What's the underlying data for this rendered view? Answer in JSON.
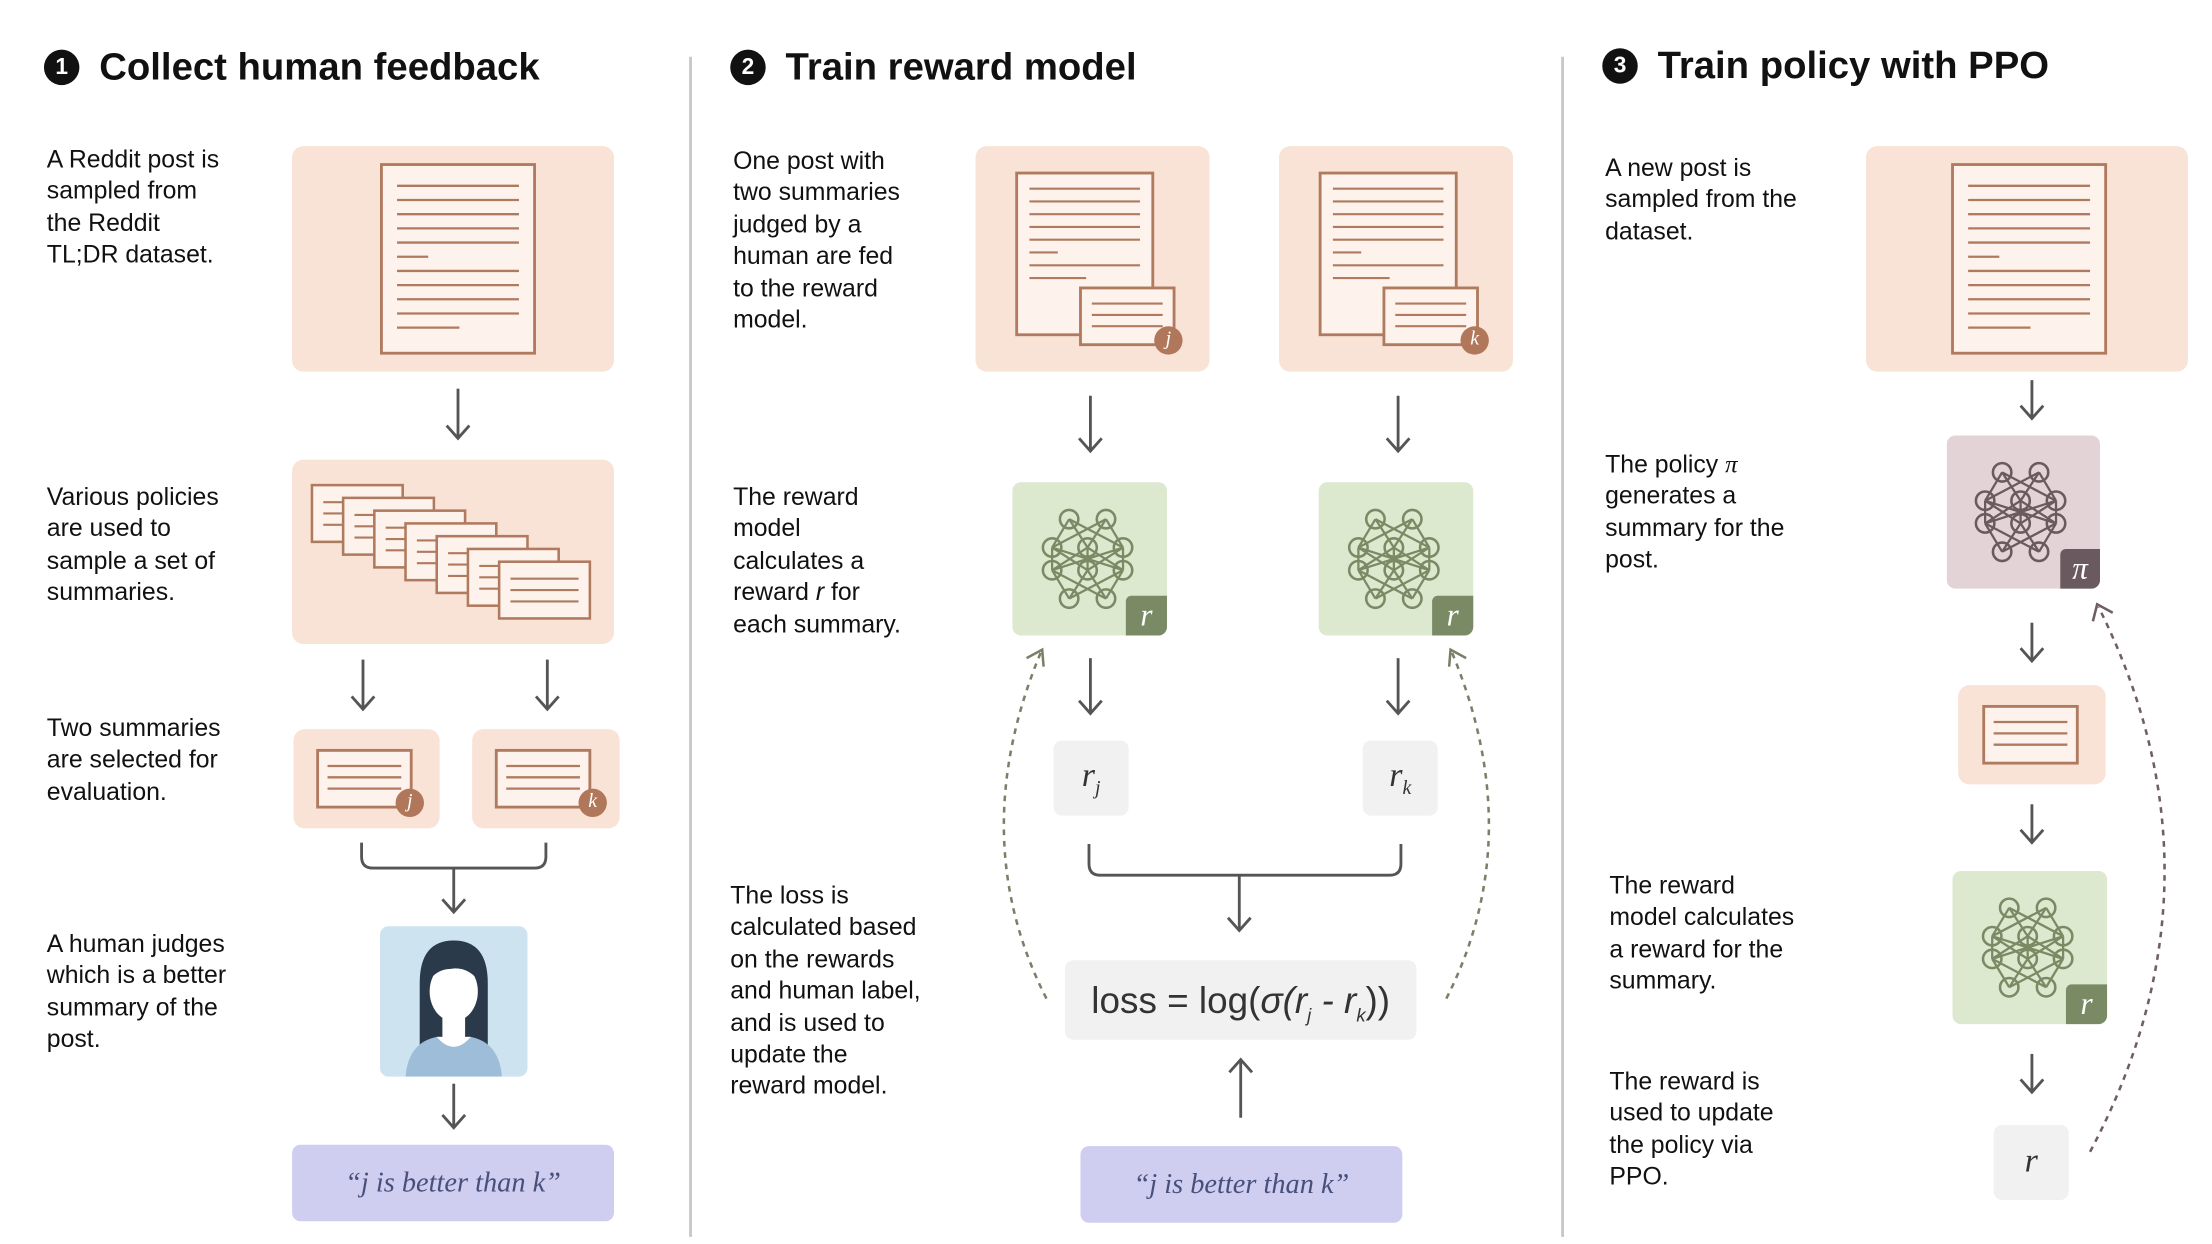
{
  "section1": {
    "number": "1",
    "title": "Collect human feedback",
    "desc1": "A Reddit post is\nsampled from\nthe Reddit\nTL;DR dataset.",
    "desc2": "Various policies\nare used to\nsample a set of\nsummaries.",
    "desc3": "Two summaries\nare selected for\nevaluation.",
    "desc4": "A human judges\nwhich is a better\nsummary of the\npost.",
    "badge_j": "j",
    "badge_k": "k",
    "label": "“j is better than k”"
  },
  "section2": {
    "number": "2",
    "title": "Train reward model",
    "desc1": "One post with\ntwo summaries\njudged by a\nhuman are fed\nto the reward\nmodel.",
    "desc2_a": "The reward\nmodel\ncalculates a\nreward ",
    "desc2_r": "r",
    "desc2_b": " for\neach summary.",
    "desc3": "The loss is\ncalculated based\non the rewards\nand human label,\nand is used to\nupdate the\nreward model.",
    "badge_j": "j",
    "badge_k": "k",
    "badge_r": "r",
    "rj_base": "r",
    "rj_sub": "j",
    "rk_base": "r",
    "rk_sub": "k",
    "loss_prefix": "loss = log(",
    "loss_sigma": "σ(r",
    "loss_sub_j": "j",
    "loss_minus": " - r",
    "loss_sub_k": "k",
    "loss_suffix": "))",
    "label": "“j is better than k”"
  },
  "section3": {
    "number": "3",
    "title": "Train policy with PPO",
    "desc1": "A new post is\nsampled from the\ndataset.",
    "desc2_a": "The policy ",
    "desc2_pi": "π",
    "desc2_b": "\ngenerates a\nsummary for the\npost.",
    "desc3": "The reward\nmodel calculates\na reward for the\nsummary.",
    "desc4": "The reward is\nused to update\nthe policy via\nPPO.",
    "badge_pi": "π",
    "badge_r": "r",
    "reward": "r"
  },
  "colors": {
    "peach": "#f9e2d6",
    "doc_stroke": "#b07a5e",
    "green": "#dde9cf",
    "green_badge": "#7a8a65",
    "mauve": "#e3d3d6",
    "mauve_badge": "#6a5a5f",
    "lavender": "#cfcdf0",
    "grey": "#f1f1f1",
    "hair": "#2b3a4a",
    "skin": "#ffffff",
    "shirt": "#9dbdd9",
    "sky": "#cde4f0"
  },
  "icons": [
    "document-icon",
    "summary-icon",
    "neural-network-icon",
    "person-icon",
    "arrow-down-icon",
    "dashed-arrow-icon"
  ]
}
